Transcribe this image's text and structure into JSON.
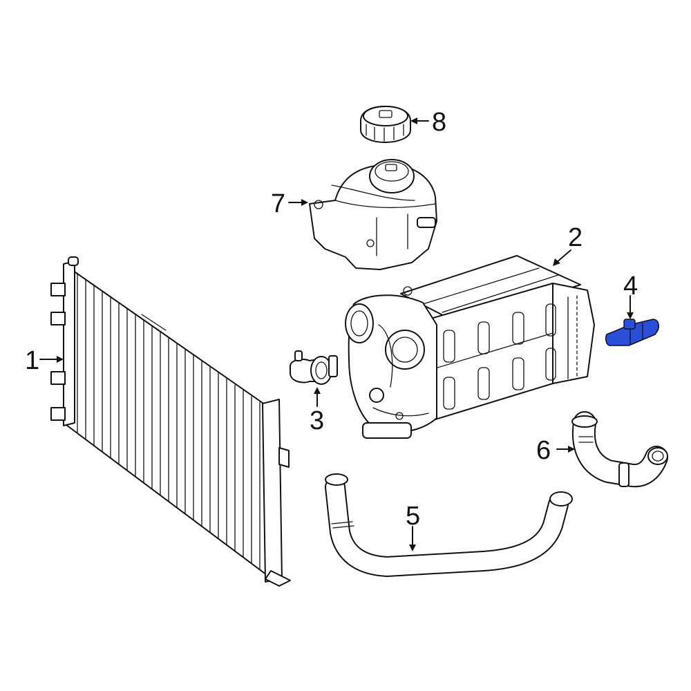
{
  "diagram": {
    "callouts": [
      {
        "id": "1",
        "label": "1"
      },
      {
        "id": "2",
        "label": "2"
      },
      {
        "id": "3",
        "label": "3"
      },
      {
        "id": "4",
        "label": "4"
      },
      {
        "id": "5",
        "label": "5"
      },
      {
        "id": "6",
        "label": "6"
      },
      {
        "id": "7",
        "label": "7"
      },
      {
        "id": "8",
        "label": "8"
      }
    ],
    "highlight_color": "#2b4fd8",
    "line_color": "#111111"
  }
}
